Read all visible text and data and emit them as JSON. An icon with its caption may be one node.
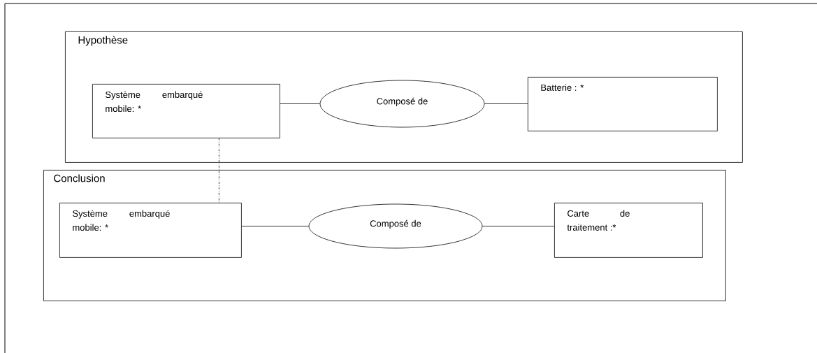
{
  "diagram": {
    "nodes": [
      {
        "text": [
          "Hypothèse"
        ]
      },
      {
        "text": [
          "Système embarqué mobile: *"
        ],
        "in": 0
      },
      {
        "text": [
          "Composé de"
        ],
        "in": 0
      },
      {
        "text": [
          "Batterie : *"
        ],
        "in": 0
      },
      {
        "text": [
          "Conclusion"
        ]
      },
      {
        "text": [
          "Système embarqué mobile: *"
        ],
        "in": 4
      },
      {
        "text": [
          "Composé de"
        ],
        "in": 4
      },
      {
        "text": [
          "Carte de traitement :*"
        ],
        "in": 4
      }
    ],
    "edges": [
      {
        "from": 1,
        "to": 2,
        "arrow": "none"
      },
      {
        "from": 2,
        "to": 3,
        "arrow": "none"
      },
      {
        "from": 1,
        "to": 5,
        "arrow": "none",
        "style": "dashed"
      },
      {
        "from": 5,
        "to": 6,
        "arrow": "none"
      },
      {
        "from": 6,
        "to": 7,
        "arrow": "none"
      }
    ]
  }
}
